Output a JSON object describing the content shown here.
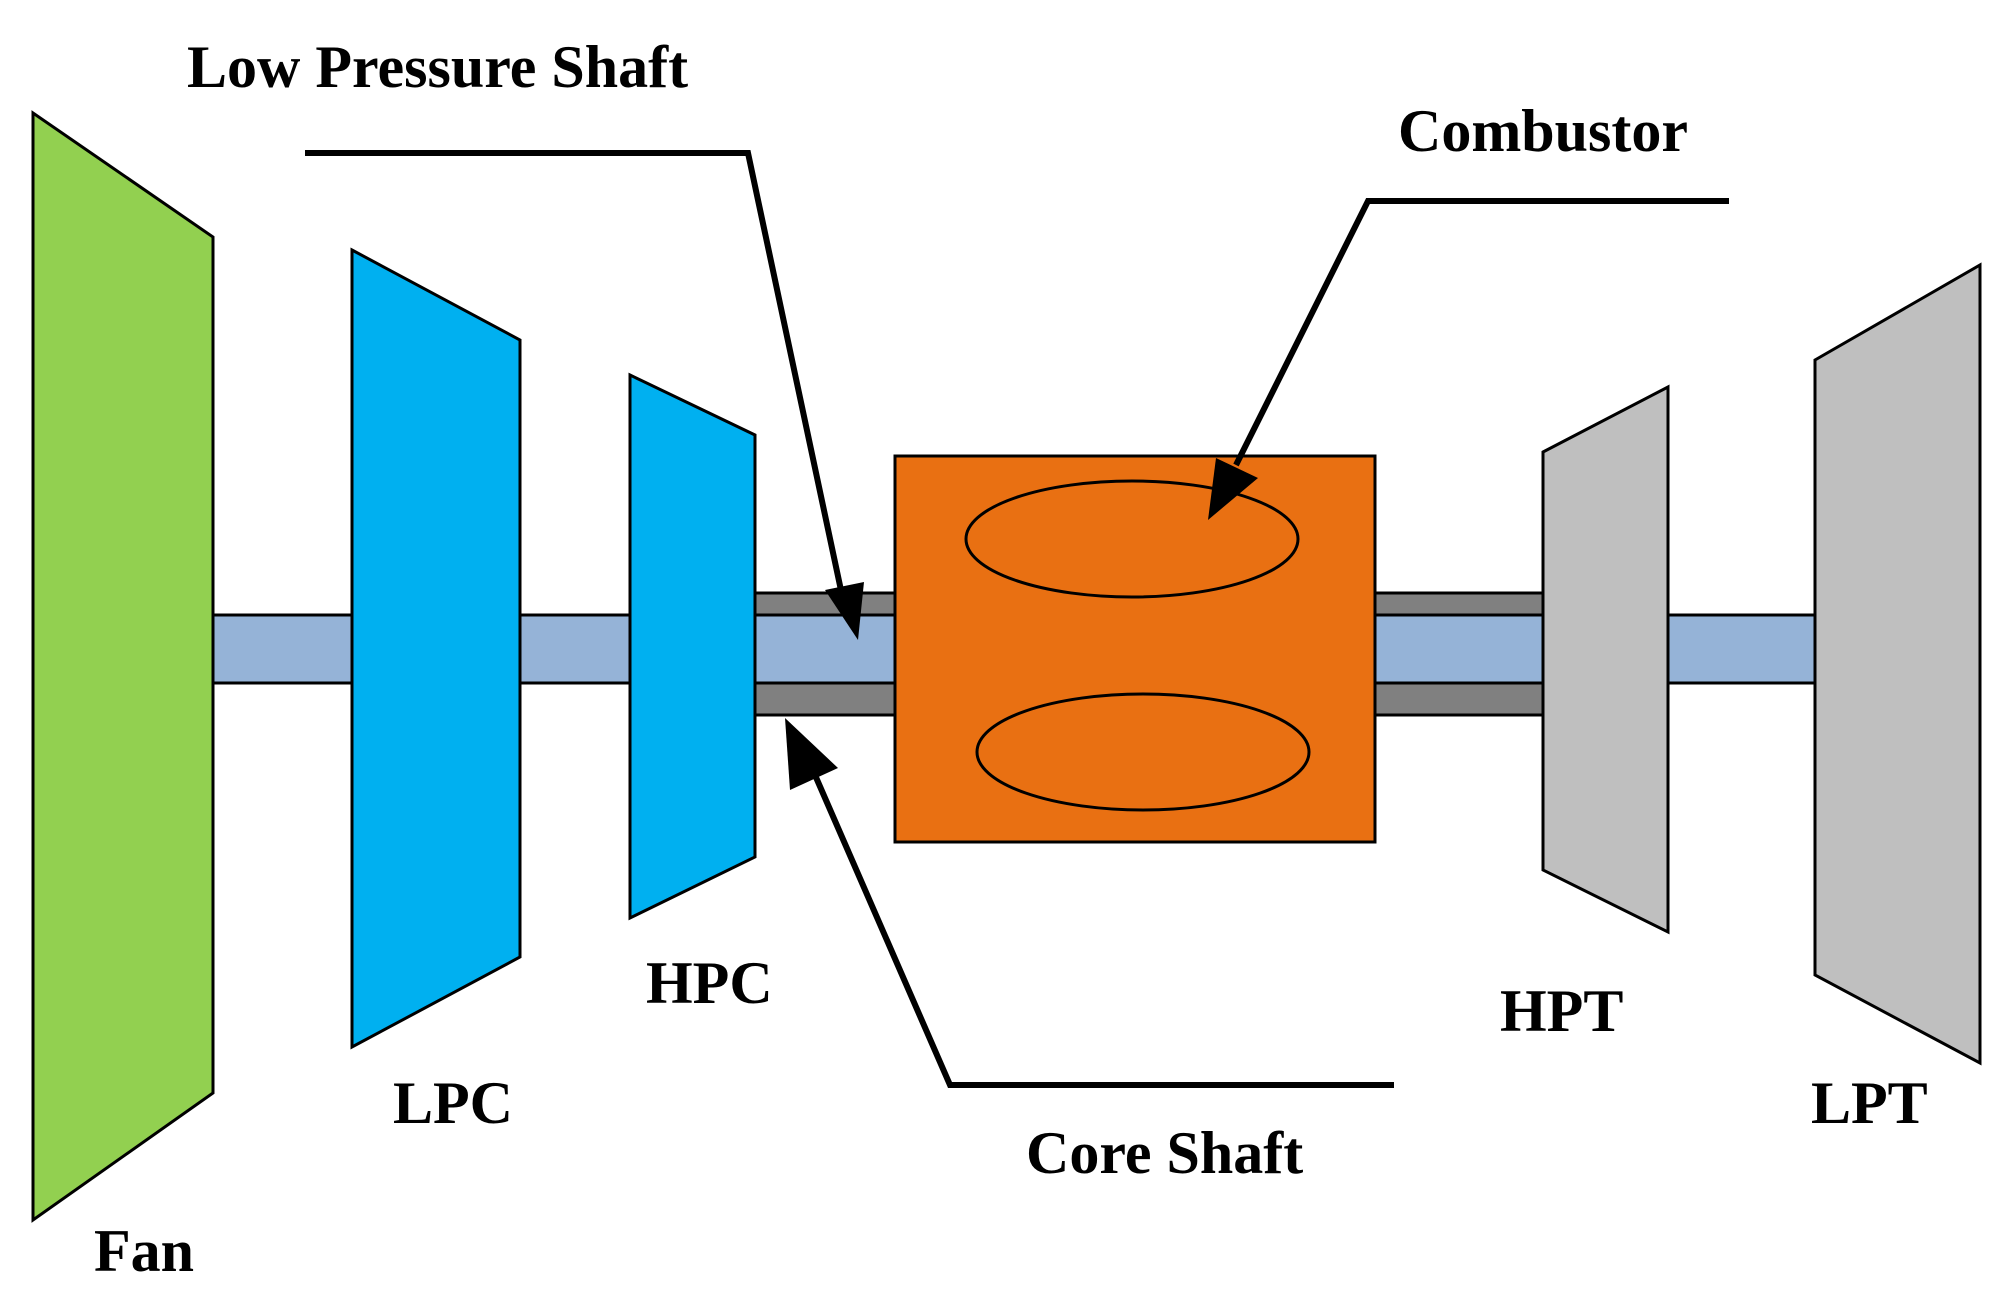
{
  "labels": {
    "fan": "Fan",
    "lpc": "LPC",
    "hpc": "HPC",
    "hpt": "HPT",
    "lpt": "LPT",
    "low_pressure_shaft": "Low Pressure Shaft",
    "core_shaft": "Core Shaft",
    "combustor": "Combustor"
  },
  "colors": {
    "fan": "#92d050",
    "compressor": "#00b0f0",
    "turbine": "#bfbfbf",
    "combustor": "#e97012",
    "low_pressure_shaft": "#95b3d7",
    "core_shaft": "#808080",
    "outline": "#000000"
  }
}
